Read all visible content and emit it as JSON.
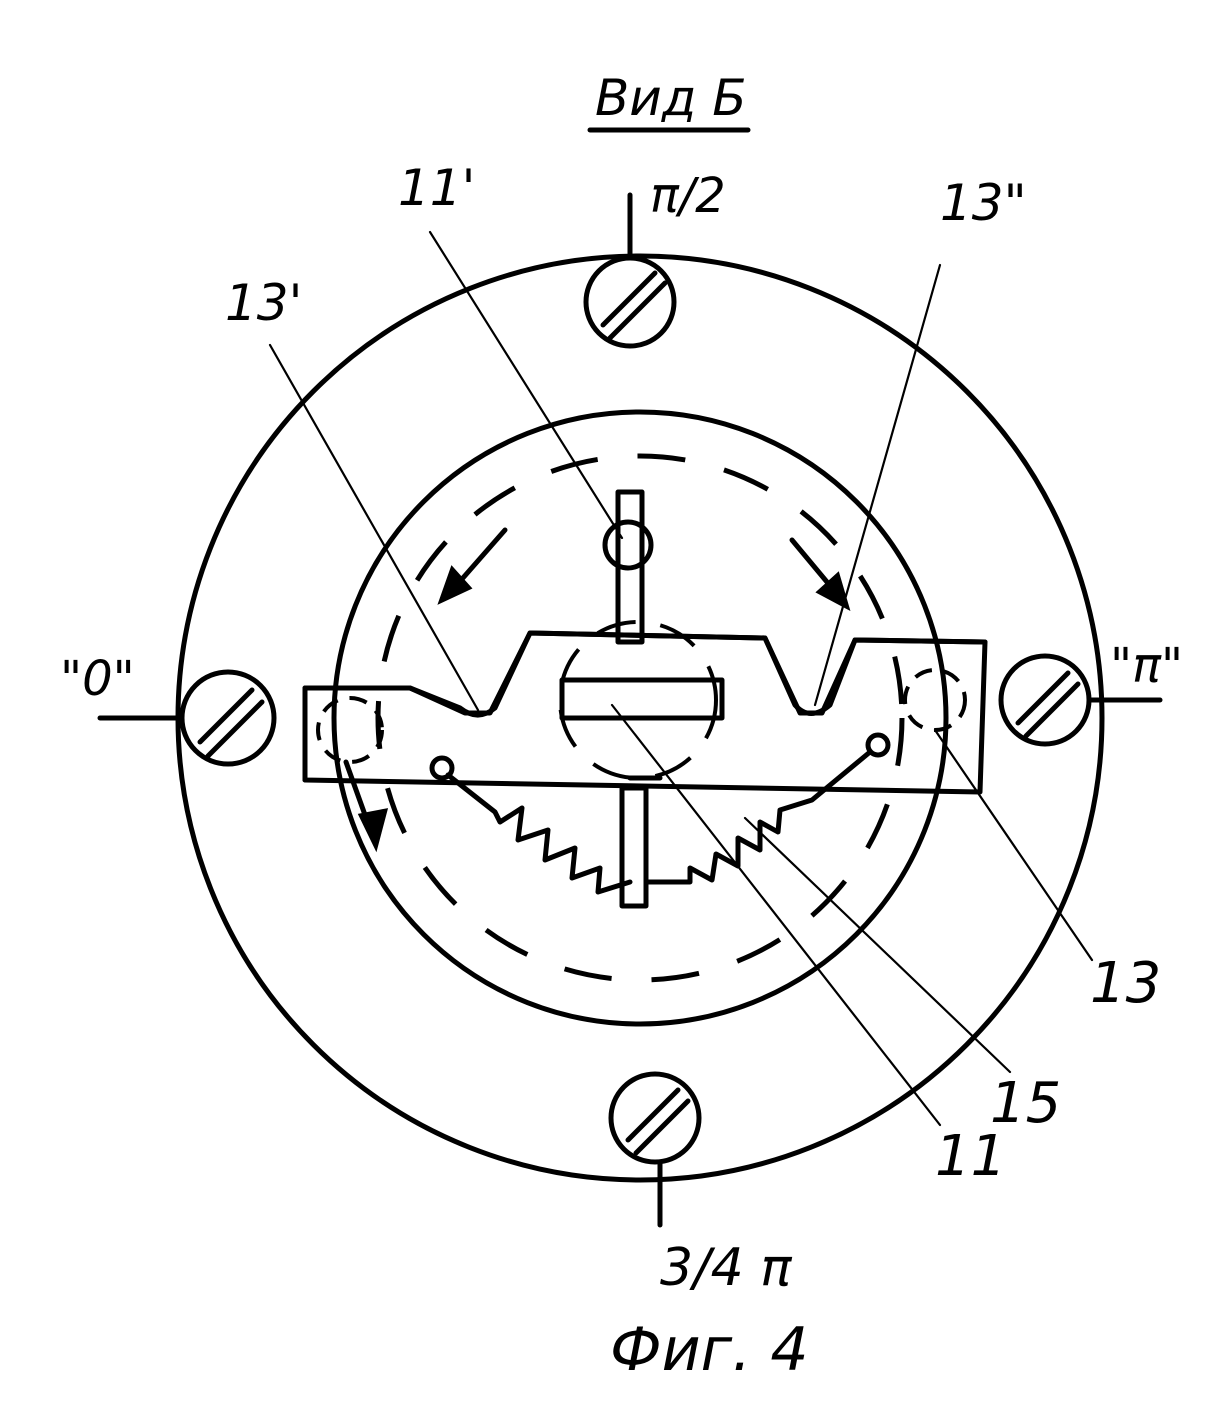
{
  "view_title": "Вид Б",
  "figure_caption": "Фиг. 4",
  "labels": {
    "pi_half": "π/2",
    "zero": "\"0\"",
    "pi": "\"π\"",
    "three_quarter_pi": "3/4 π",
    "ref_11_prime": "11'",
    "ref_13_prime": "13'",
    "ref_13_double_prime": "13\"",
    "ref_13": "13",
    "ref_15": "15",
    "ref_11": "11"
  }
}
